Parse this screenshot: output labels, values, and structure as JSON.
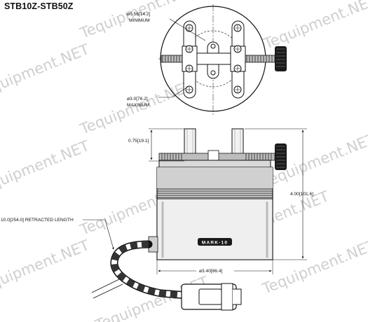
{
  "title": "STB10Z-STB50Z",
  "watermark": "Tequipment.NET",
  "dimensions": {
    "min_diameter": "ø0.56[14.2]",
    "min_label": "MINIMUM",
    "max_diameter": "ø3.0[76.2]",
    "max_label": "MAXIMUM",
    "jaw_height": "0.75[19.1]",
    "total_height": "4.00[101.6]",
    "base_diameter": "ø3.40[86.4]",
    "cable_length": "10.0[254.0] RETRACTED LENGTH"
  },
  "brand_plate": "MARK-10",
  "colors": {
    "ink": "#111111",
    "watermark": "#cfcfcf",
    "body_gray": "#e6e6e6"
  }
}
